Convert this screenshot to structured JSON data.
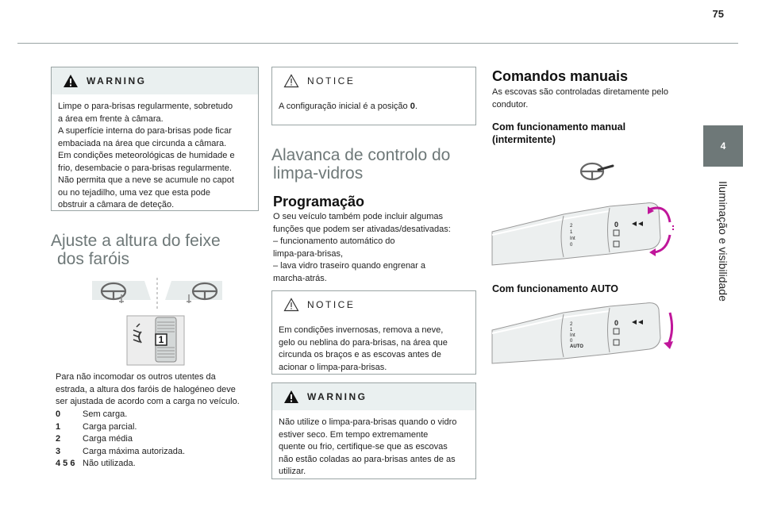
{
  "page": {
    "number": "75"
  },
  "side_tab": {
    "chapter_number": "4",
    "chapter_title": "Iluminação e visibilidade"
  },
  "col1": {
    "warning": {
      "label": "WARNING",
      "lines": [
        "Limpe o para-brisas regularmente, sobretudo",
        "a área em frente à câmara.",
        "A superfície interna do para-brisas pode ficar",
        "embaciada na área que circunda a câmara.",
        "Em condições meteorológicas de humidade e",
        "frio, desembacie o para-brisas regularmente.",
        "Não permita que a neve se acumule no capot",
        "ou no tejadilho, uma vez que esta pode",
        "obstruir a câmara de deteção."
      ]
    },
    "heading": {
      "line1": "Ajuste a altura do feixe",
      "line2": "dos faróis"
    },
    "intro": [
      "Para não incomodar os outros utentes da",
      "estrada, a altura dos faróis de halogéneo deve",
      "ser ajustada de acordo com a carga no veículo."
    ],
    "positions": [
      {
        "key": "0",
        "value": "Sem carga."
      },
      {
        "key": "1",
        "value": "Carga parcial."
      },
      {
        "key": "2",
        "value": "Carga média"
      },
      {
        "key": "3",
        "value": "Carga máxima autorizada."
      },
      {
        "key": "4 5 6",
        "value": "Não utilizada."
      }
    ],
    "dial_value": "1"
  },
  "col2": {
    "notice1": {
      "label": "NOTICE",
      "text_prefix": "A configuração inicial é a posição ",
      "text_bold": "0",
      "text_suffix": "."
    },
    "heading": {
      "line1": "Alavanca de controlo do",
      "line2": "limpa-vidros"
    },
    "programming": {
      "title": "Programação",
      "lines": [
        "O seu veículo também pode incluir algumas",
        "funções que podem ser ativadas/desativadas:",
        "–  funcionamento automático do",
        "limpa-para-brisas,",
        "–  lava vidro traseiro quando engrenar a",
        "marcha-atrás."
      ]
    },
    "notice2": {
      "label": "NOTICE",
      "lines": [
        "Em condições invernosas, remova a neve,",
        "gelo ou neblina do para-brisas, na área que",
        "circunda os braços e as escovas antes de",
        "acionar o limpa-para-brisas."
      ]
    },
    "warning": {
      "label": "WARNING",
      "lines": [
        "Não utilize o limpa-para-brisas quando o vidro",
        "estiver seco. Em tempo extremamente",
        "quente ou frio, certifique-se que as escovas",
        "não estão coladas ao para-brisas antes de as",
        "utilizar."
      ]
    }
  },
  "col3": {
    "title": "Comandos manuais",
    "intro": [
      "As escovas são controladas diretamente pelo",
      "condutor."
    ],
    "manual": {
      "line1": "Com funcionamento manual",
      "line2": "(intermitente)"
    },
    "auto": {
      "title": "Com funcionamento AUTO"
    },
    "stalk_scale": [
      "2",
      "1",
      "Int",
      "0"
    ],
    "stalk_scale_auto": [
      "2",
      "1",
      "Int",
      "0",
      "AUTO"
    ],
    "stalk_zero": "0"
  },
  "colors": {
    "accent": "#6e7878",
    "warning_bg": "#eaf0f0",
    "arrow": "#c0169a",
    "rule": "#9aa4a4"
  }
}
